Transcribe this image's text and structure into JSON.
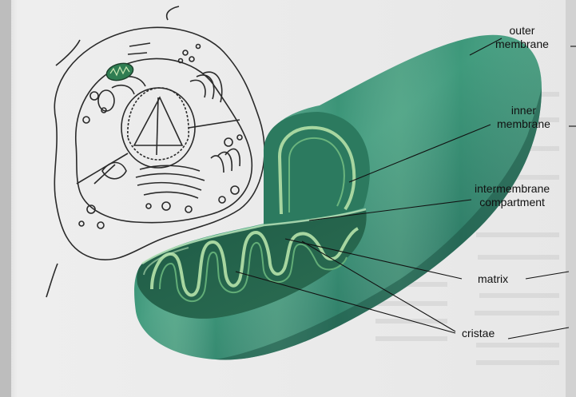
{
  "labels": {
    "outer_membrane": [
      "outer",
      "membrane"
    ],
    "inner_membrane": [
      "inner",
      "membrane"
    ],
    "intermembrane": [
      "intermembrane",
      "compartment"
    ],
    "matrix": "matrix",
    "cristae": "cristae"
  },
  "colors": {
    "mito_dark": "#1f5e49",
    "mito_mid": "#3c8f73",
    "mito_light": "#7dbb96",
    "paper": "#ebebea"
  }
}
